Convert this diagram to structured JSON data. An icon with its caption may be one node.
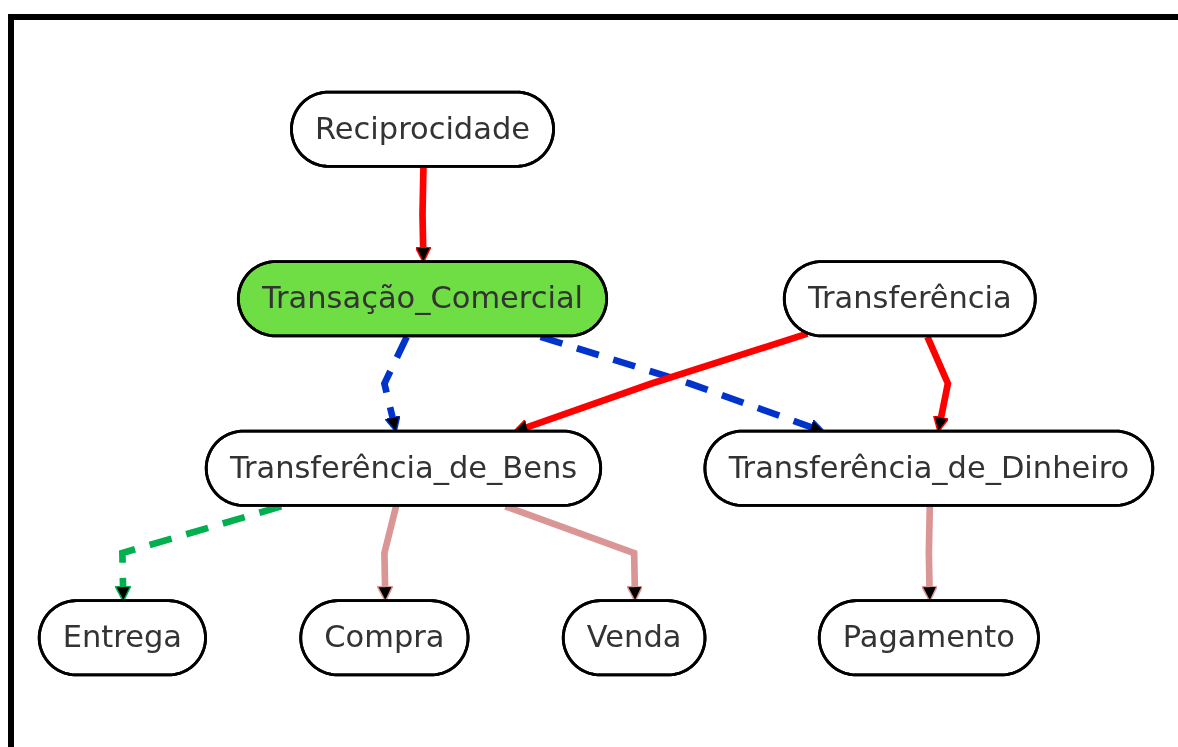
{
  "diagram": {
    "nodes": [
      {
        "text": [
          "Reciprocidade"
        ]
      },
      {
        "text": [
          "Transação_Comercial"
        ]
      },
      {
        "text": [
          "Transferência"
        ]
      },
      {
        "text": [
          "Transferência_de_Dinheiro"
        ]
      },
      {
        "text": [
          "Transferência_de_Bens"
        ]
      },
      {
        "text": [
          "Entrega"
        ]
      },
      {
        "text": [
          "Compra"
        ]
      },
      {
        "text": [
          "Venda"
        ]
      },
      {
        "text": [
          "Pagamento"
        ]
      }
    ],
    "edges": [
      {
        "from": 0,
        "to": 1,
        "arrow": "to",
        "color": "#ff0000"
      },
      {
        "from": 1,
        "to": 4,
        "arrow": "to",
        "style": "dashed",
        "color": "#0033cc"
      },
      {
        "from": 1,
        "to": 3,
        "arrow": "to",
        "style": "dashed",
        "color": "#0033cc"
      },
      {
        "from": 2,
        "to": 4,
        "arrow": "to",
        "color": "#ff0000"
      },
      {
        "from": 2,
        "to": 3,
        "arrow": "to",
        "color": "#ff0000"
      },
      {
        "from": 4,
        "to": 5,
        "arrow": "to",
        "style": "dashed",
        "color": "#00b050"
      },
      {
        "from": 4,
        "to": 6,
        "arrow": "to",
        "color": "#d99694"
      },
      {
        "from": 4,
        "to": 7,
        "arrow": "to",
        "color": "#d99694"
      },
      {
        "from": 3,
        "to": 8,
        "arrow": "to",
        "color": "#d99694"
      }
    ]
  }
}
